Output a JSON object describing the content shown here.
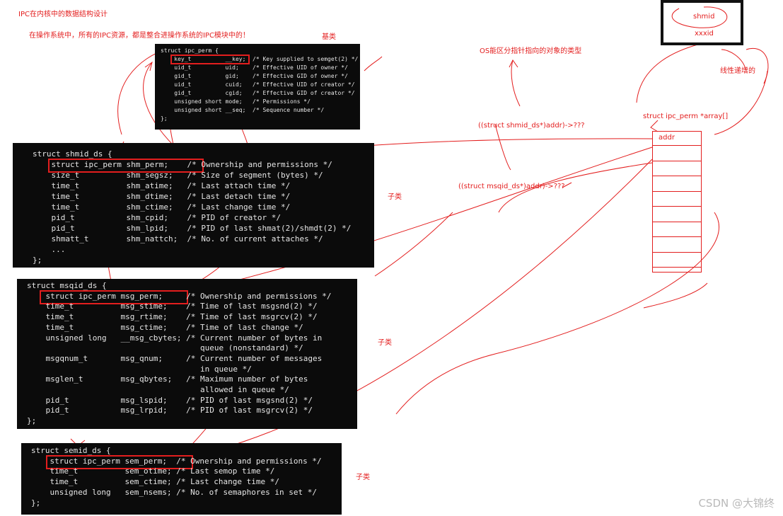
{
  "annotations": {
    "title": "IPC在内核中的数据结构设计",
    "intro": "在操作系统中，所有的IPC资源，都是整合进操作系统的IPC模块中的！",
    "base_class": "基类",
    "os_note": "OS能区分指针指向的对象的类型",
    "linear": "线性递增的",
    "cast_shmid": "((struct shmid_ds*)addr)->???",
    "cast_msqid": "((struct msqid_ds*)addr)->???",
    "subclass_1": "子类",
    "subclass_2": "子类",
    "subclass_3": "子类"
  },
  "shmid_marker": {
    "top": "shmid",
    "bottom": "xxxid"
  },
  "array": {
    "title": "struct ipc_perm *array[]",
    "first_cell": "addr"
  },
  "code": {
    "ipc_perm": [
      "struct ipc_perm {",
      "    key_t          __key;  /* Key supplied to semget(2) */",
      "    uid_t          uid;    /* Effective UID of owner */",
      "    gid_t          gid;    /* Effective GID of owner */",
      "    uid_t          cuid;   /* Effective UID of creator */",
      "    gid_t          cgid;   /* Effective GID of creator */",
      "    unsigned short mode;   /* Permissions */",
      "    unsigned short __seq;  /* Sequence number */",
      "};"
    ],
    "shmid_ds": [
      "struct shmid_ds {",
      "    struct ipc_perm shm_perm;    /* Ownership and permissions */",
      "    size_t          shm_segsz;   /* Size of segment (bytes) */",
      "    time_t          shm_atime;   /* Last attach time */",
      "    time_t          shm_dtime;   /* Last detach time */",
      "    time_t          shm_ctime;   /* Last change time */",
      "    pid_t           shm_cpid;    /* PID of creator */",
      "    pid_t           shm_lpid;    /* PID of last shmat(2)/shmdt(2) */",
      "    shmatt_t        shm_nattch;  /* No. of current attaches */",
      "    ...",
      "};"
    ],
    "msqid_ds": [
      "struct msqid_ds {",
      "    struct ipc_perm msg_perm;     /* Ownership and permissions */",
      "    time_t          msg_stime;    /* Time of last msgsnd(2) */",
      "    time_t          msg_rtime;    /* Time of last msgrcv(2) */",
      "    time_t          msg_ctime;    /* Time of last change */",
      "    unsigned long   __msg_cbytes; /* Current number of bytes in",
      "                                     queue (nonstandard) */",
      "    msgqnum_t       msg_qnum;     /* Current number of messages",
      "                                     in queue */",
      "    msglen_t        msg_qbytes;   /* Maximum number of bytes",
      "                                     allowed in queue */",
      "    pid_t           msg_lspid;    /* PID of last msgsnd(2) */",
      "    pid_t           msg_lrpid;    /* PID of last msgrcv(2) */",
      "};"
    ],
    "semid_ds": [
      "struct semid_ds {",
      "    struct ipc_perm sem_perm;  /* Ownership and permissions */",
      "    time_t          sem_otime; /* Last semop time */",
      "    time_t          sem_ctime; /* Last change time */",
      "    unsigned long   sem_nsems; /* No. of semaphores in set */",
      "};"
    ]
  },
  "watermark": "CSDN @大锦终",
  "colors": {
    "annotation": "#e31e1e",
    "code_bg": "#0b0b0b",
    "code_fg": "#e6e6e6"
  }
}
